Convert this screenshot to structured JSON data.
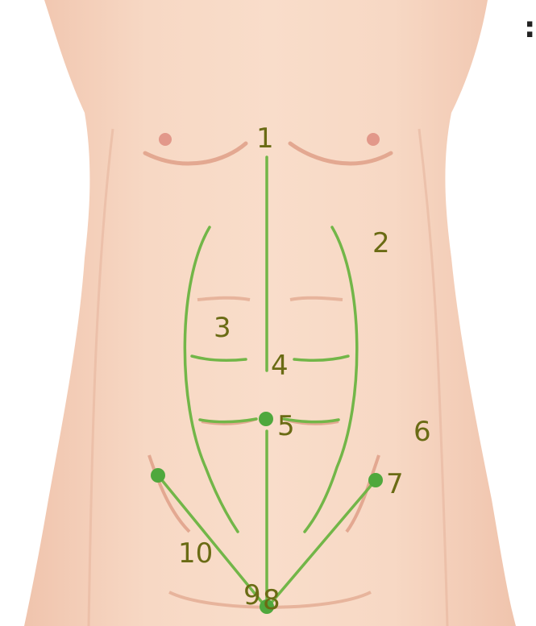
{
  "diagram": {
    "corner_mark": ":",
    "colors": {
      "skin": "#f5d2bd",
      "skin_shadow": "#e7b49c",
      "nipple": "#e2988a",
      "line": "#72b648",
      "dot": "#4fa83d",
      "label": "#6a6b14"
    },
    "labels": {
      "l1": "1",
      "l2": "2",
      "l3": "3",
      "l4": "4",
      "l5": "5",
      "l6": "6",
      "l7": "7",
      "l8": "8",
      "l9": "9",
      "l10": "10"
    }
  }
}
